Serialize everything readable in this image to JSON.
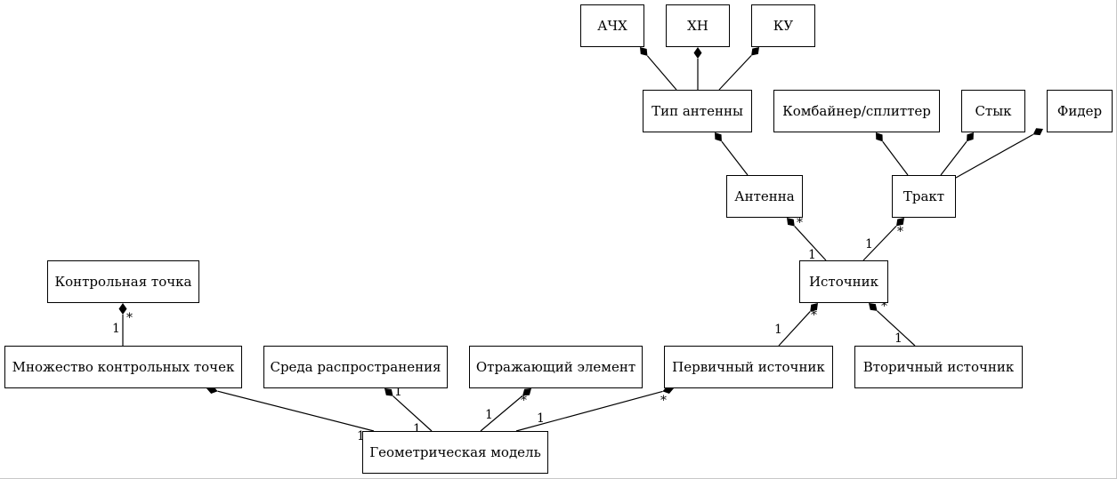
{
  "nodes": {
    "achx": "АЧХ",
    "xn": "ХН",
    "ku": "КУ",
    "antenna_type": "Тип антенны",
    "combiner": "Комбайнер/сплиттер",
    "joint": "Стык",
    "feeder": "Фидер",
    "antenna": "Антенна",
    "tract": "Тракт",
    "control_point": "Контрольная точка",
    "source": "Источник",
    "control_points_set": "Множество контрольных точек",
    "propagation_medium": "Среда распространения",
    "reflecting_element": "Отражающий элемент",
    "primary_source": "Первичный источник",
    "secondary_source": "Вторичный источник",
    "geometric_model": "Геометрическая модель"
  },
  "edges": [
    {
      "whole": "antenna_type",
      "part": "achx",
      "whole_mult": "",
      "part_mult": ""
    },
    {
      "whole": "antenna_type",
      "part": "xn",
      "whole_mult": "",
      "part_mult": ""
    },
    {
      "whole": "antenna_type",
      "part": "ku",
      "whole_mult": "",
      "part_mult": ""
    },
    {
      "whole": "antenna",
      "part": "antenna_type",
      "whole_mult": "",
      "part_mult": ""
    },
    {
      "whole": "tract",
      "part": "combiner",
      "whole_mult": "",
      "part_mult": ""
    },
    {
      "whole": "tract",
      "part": "joint",
      "whole_mult": "",
      "part_mult": ""
    },
    {
      "whole": "tract",
      "part": "feeder",
      "whole_mult": "",
      "part_mult": ""
    },
    {
      "whole": "source",
      "part": "antenna",
      "whole_mult": "1",
      "part_mult": "*"
    },
    {
      "whole": "source",
      "part": "tract",
      "whole_mult": "1",
      "part_mult": "*"
    },
    {
      "whole": "primary_source",
      "part": "source",
      "whole_mult": "1",
      "part_mult": "*"
    },
    {
      "whole": "secondary_source",
      "part": "source",
      "whole_mult": "1",
      "part_mult": "*"
    },
    {
      "whole": "control_points_set",
      "part": "control_point",
      "whole_mult": "1",
      "part_mult": "*"
    },
    {
      "whole": "geometric_model",
      "part": "control_points_set",
      "whole_mult": "1",
      "part_mult": "*"
    },
    {
      "whole": "geometric_model",
      "part": "propagation_medium",
      "whole_mult": "1",
      "part_mult": "1"
    },
    {
      "whole": "geometric_model",
      "part": "reflecting_element",
      "whole_mult": "1",
      "part_mult": "*"
    },
    {
      "whole": "geometric_model",
      "part": "primary_source",
      "whole_mult": "1",
      "part_mult": "*"
    }
  ]
}
